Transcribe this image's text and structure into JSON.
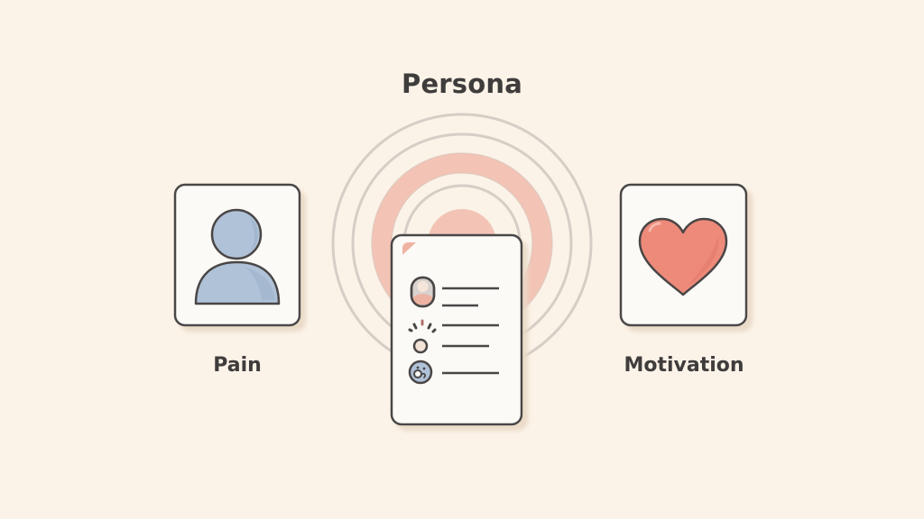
{
  "diagram": {
    "title": "Persona",
    "nodes": [
      {
        "id": "pain",
        "label": "Pain",
        "icon": "user-avatar-icon",
        "position": "left"
      },
      {
        "id": "persona-document",
        "label": "",
        "icon": "profile-document-icon",
        "position": "center"
      },
      {
        "id": "motivation",
        "label": "Motivation",
        "icon": "heart-icon",
        "position": "right"
      }
    ],
    "document_rows": [
      {
        "icon": "face-portrait-icon",
        "lines": 2
      },
      {
        "icon": "spark-burst-icon",
        "lines": 1
      },
      {
        "icon": "small-circle-icon",
        "lines": 1
      },
      {
        "icon": "surprised-face-icon",
        "lines": 1
      }
    ],
    "decoration": "concentric-rings-icon"
  },
  "colors": {
    "background": "#FBF3E8",
    "stroke": "#4A4646",
    "card_fill": "#FBFAF7",
    "ring_gray": "#D6CEC6",
    "ring_pink": "#F3C4B6",
    "heart": "#EE8A7A",
    "avatar_blue": "#AFC2D8",
    "text": "#3F3C3C"
  }
}
